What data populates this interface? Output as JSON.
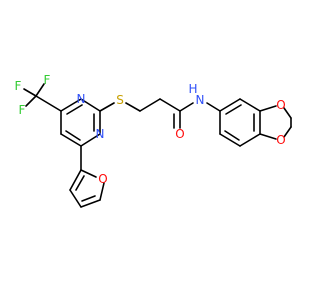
{
  "molecule": {
    "atoms": {
      "f1": {
        "label": "F",
        "color": "#33cc33"
      },
      "f2": {
        "label": "F",
        "color": "#33cc33"
      },
      "f3": {
        "label": "F",
        "color": "#33cc33"
      },
      "n_ring_top": {
        "label": "N",
        "color": "#3050f8"
      },
      "n_ring_bottom": {
        "label": "N",
        "color": "#3050f8"
      },
      "s_thioether": {
        "label": "S",
        "color": "#c8a000"
      },
      "o_carbonyl": {
        "label": "O",
        "color": "#ff0d0d"
      },
      "nh_amide": {
        "label": "N",
        "color": "#3050f8"
      },
      "h_amide": {
        "label": "H",
        "color": "#3050f8"
      },
      "o_dioxole_top": {
        "label": "O",
        "color": "#ff0d0d"
      },
      "o_dioxole_bottom": {
        "label": "O",
        "color": "#ff0d0d"
      },
      "o_furan": {
        "label": "O",
        "color": "#ff0d0d"
      }
    },
    "bond_color": "#000000"
  }
}
